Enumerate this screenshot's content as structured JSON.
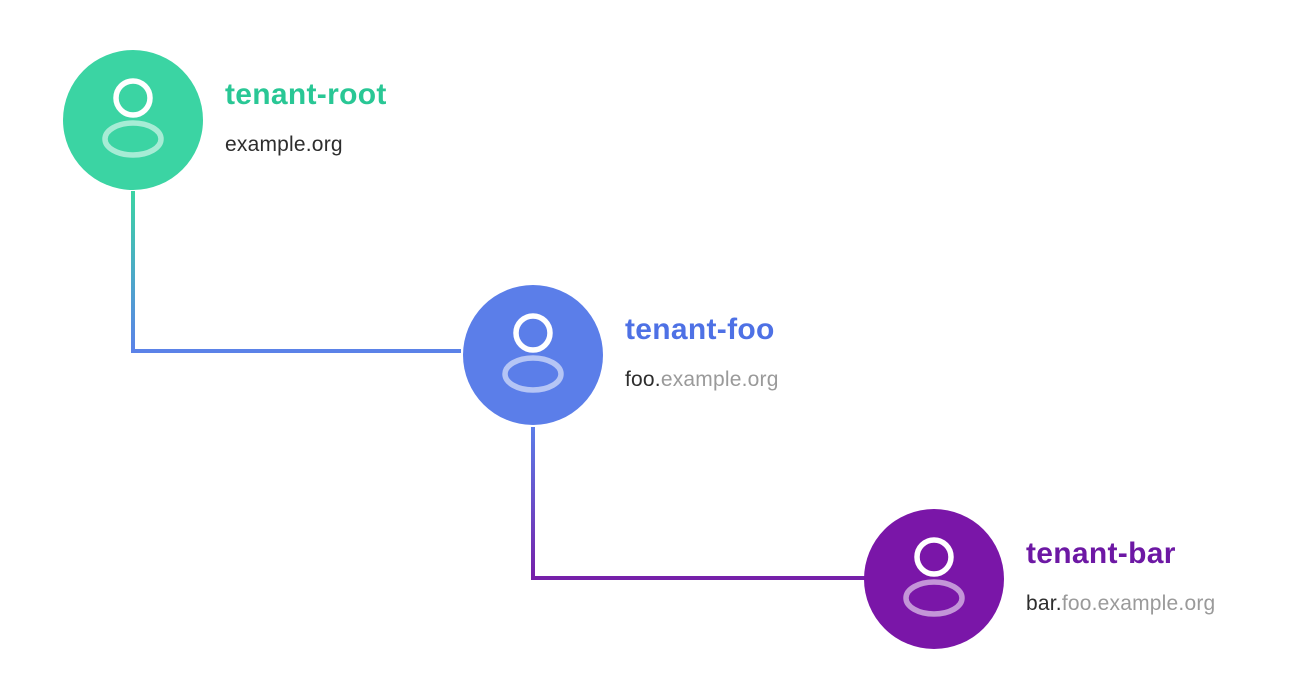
{
  "diagram": {
    "background_color": "#ffffff",
    "nodes": [
      {
        "id": "tenant-root",
        "name": "tenant-root",
        "domain_primary": "example.org",
        "domain_secondary": "",
        "circle_color": "#3bd4a3",
        "name_color": "#29c795"
      },
      {
        "id": "tenant-foo",
        "name": "tenant-foo",
        "domain_primary": "foo.",
        "domain_secondary": "example.org",
        "circle_color": "#5b7ee9",
        "name_color": "#4e71e5"
      },
      {
        "id": "tenant-bar",
        "name": "tenant-bar",
        "domain_primary": "bar.",
        "domain_secondary": "foo.example.org",
        "circle_color": "#7a16a8",
        "name_color": "#6d18a4"
      }
    ],
    "connectors": [
      {
        "from": "tenant-root",
        "to": "tenant-foo",
        "from_color": "#3bd4a3",
        "to_color": "#5b82e8"
      },
      {
        "from": "tenant-foo",
        "to": "tenant-bar",
        "from_color": "#5b7ee9",
        "to_color": "#7620a9"
      }
    ],
    "icon": {
      "name": "user-icon",
      "head_color": "#ffffff",
      "body_color": "rgba(255,255,255,0.55)"
    },
    "text_colors": {
      "domain_primary": "#2d2d2d",
      "domain_secondary": "#9a9a9a"
    }
  }
}
